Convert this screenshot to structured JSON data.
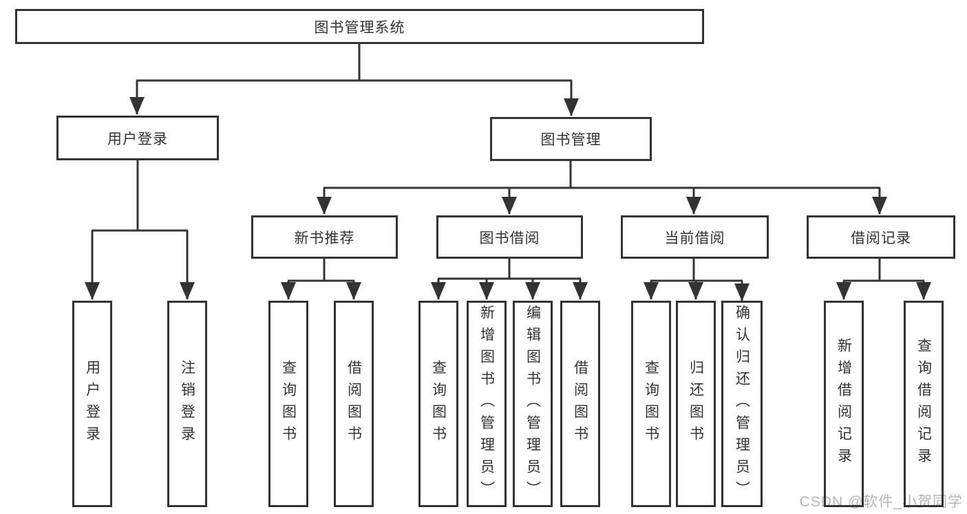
{
  "diagram_title": "图书管理系统",
  "nodes": {
    "root": "图书管理系统",
    "level2": {
      "user_login": "用户登录",
      "book_mgmt": "图书管理"
    },
    "level3": {
      "new_book_rec": "新书推荐",
      "book_borrow": "图书借阅",
      "current_borrow": "当前借阅",
      "borrow_record": "借阅记录"
    },
    "leaves": {
      "user_login": "用户登录",
      "logout": "注销登录",
      "rec_query_book": "查询图书",
      "rec_borrow_book": "借阅图书",
      "bor_query_book": "查询图书",
      "bor_add_book": "新增图书（管理员）",
      "bor_edit_book": "编辑图书（管理员）",
      "bor_borrow_book": "借阅图书",
      "cur_query_book": "查询图书",
      "cur_return_book": "归还图书",
      "cur_confirm_return": "确认归还（管理员）",
      "brec_add_record": "新增借阅记录",
      "brec_query_record": "查询借阅记录"
    }
  },
  "watermark": "CSDN @软件_小贺同学",
  "colors": {
    "line": "#333333",
    "text": "#333333",
    "watermark_text": "#b5b5b5",
    "background": "#ffffff"
  }
}
